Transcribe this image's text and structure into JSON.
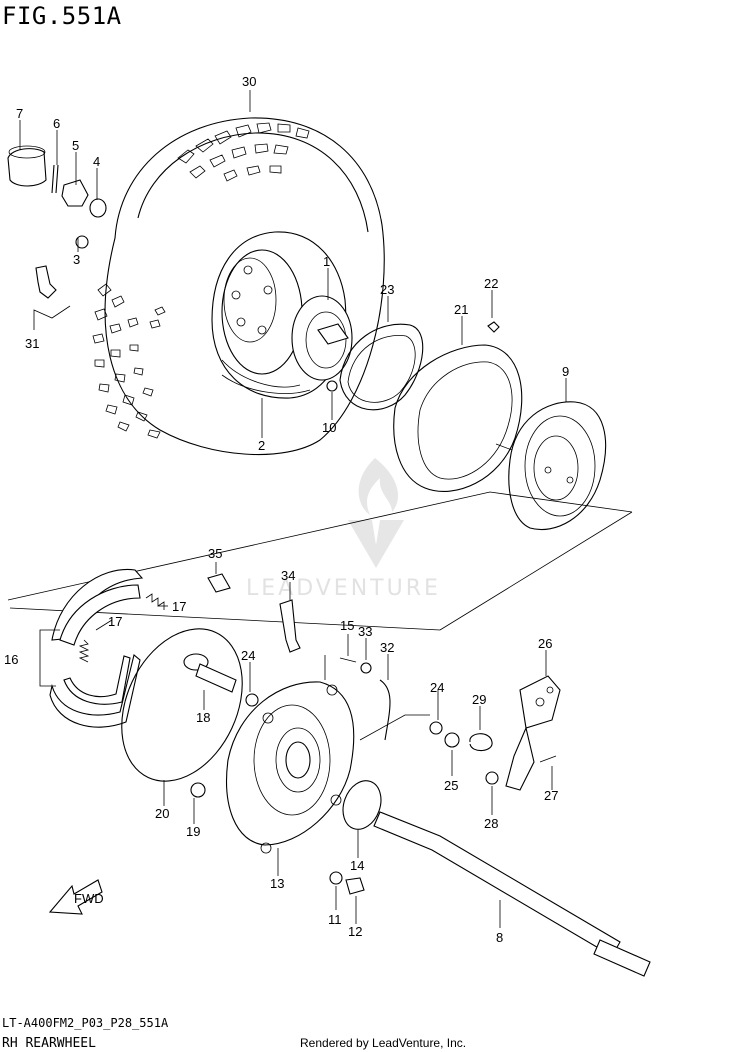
{
  "figure": {
    "title": "FIG.551A",
    "code": "LT-A400FM2_P03_P28_551A",
    "name": "RH REARWHEEL",
    "credit": "Rendered by LeadVenture, Inc.",
    "watermark": "LEADVENTURE",
    "fwd_label": "FWD"
  },
  "callouts": [
    "30",
    "7",
    "6",
    "5",
    "4",
    "3",
    "31",
    "1",
    "23",
    "22",
    "21",
    "9",
    "2",
    "10",
    "35",
    "34",
    "17",
    "17",
    "16",
    "15",
    "33",
    "32",
    "24",
    "18",
    "20",
    "19",
    "13",
    "26",
    "24",
    "29",
    "25",
    "27",
    "28",
    "14",
    "11",
    "12",
    "8"
  ]
}
